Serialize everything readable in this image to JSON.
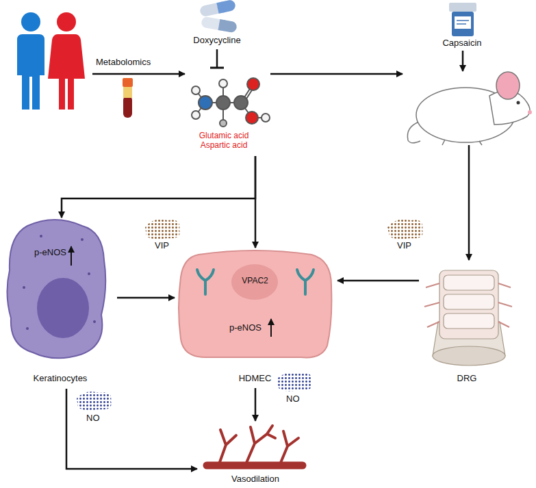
{
  "diagram": {
    "nodes": [
      {
        "text": [
          "Doxycycline"
        ]
      },
      {
        "text": [
          "Glutamic acid Aspartic acid"
        ]
      },
      {
        "text": [
          "Capsaicin"
        ]
      },
      {
        "text": [
          "p-eNOS",
          "Keratinocytes"
        ]
      },
      {
        "text": [
          "VPAC2",
          "p-eNOS",
          "HDMEC"
        ]
      },
      {
        "text": [
          "DRG"
        ]
      },
      {
        "text": [
          "Vasodilation"
        ]
      }
    ],
    "edges": [
      {
        "from": 0,
        "to": 1,
        "arrow": "to"
      },
      {
        "from": 1,
        "to": 3,
        "arrow": "to"
      },
      {
        "from": 1,
        "to": 4,
        "arrow": "to"
      },
      {
        "from": 3,
        "to": 4,
        "label": "VIP",
        "arrow": "to"
      },
      {
        "from": 5,
        "to": 4,
        "label": "VIP",
        "arrow": "to"
      },
      {
        "from": 3,
        "to": 6,
        "label": "NO",
        "arrow": "to"
      },
      {
        "from": 4,
        "to": 6,
        "label": "NO",
        "arrow": "to"
      }
    ],
    "labels": [
      "Metabolomics"
    ]
  }
}
